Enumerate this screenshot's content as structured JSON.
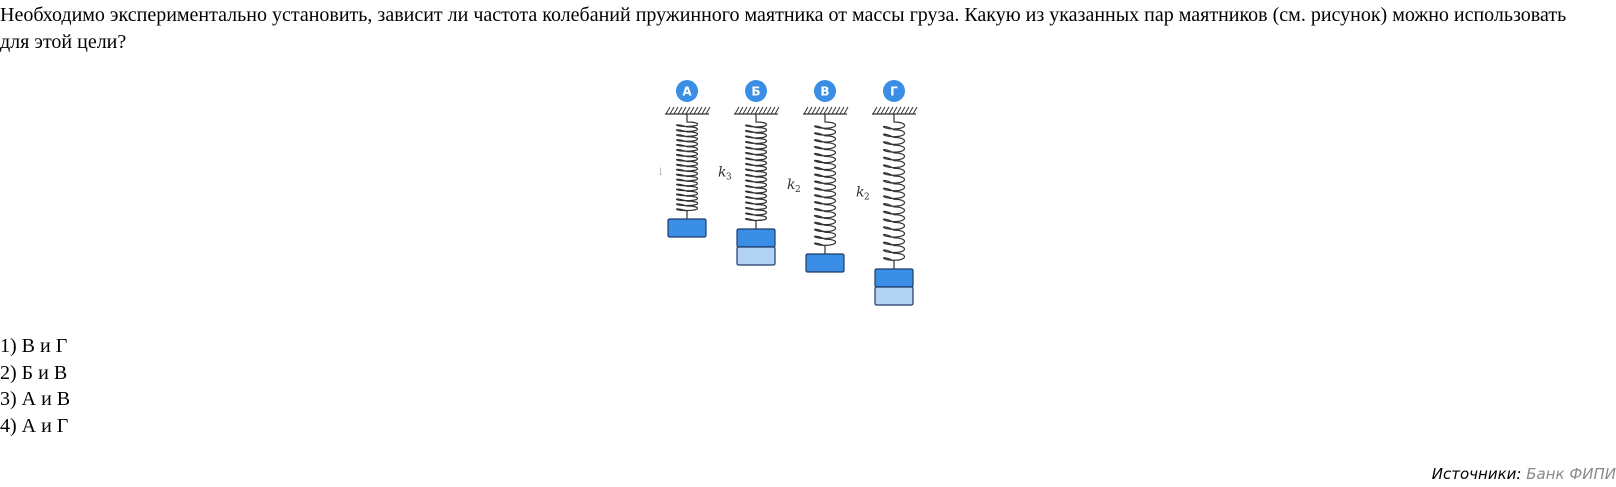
{
  "question": {
    "text": "Необходимо экспериментально установить, зависит ли частота колебаний пружинного маятника от массы груза. Какую из указанных пар маятников (см. рисунок) можно использовать для этой цели?"
  },
  "figure": {
    "accent_color": "#3a8ee6",
    "light_color": "#b3d3f5",
    "pendulums": [
      {
        "label": "А",
        "k": "k",
        "k_sub": "1",
        "spring_turns": 18,
        "spring_length": 105,
        "mass_blocks": 1
      },
      {
        "label": "Б",
        "k": "k",
        "k_sub": "3",
        "spring_turns": 18,
        "spring_length": 115,
        "mass_blocks": 2
      },
      {
        "label": "В",
        "k": "k",
        "k_sub": "2",
        "spring_turns": 18,
        "spring_length": 140,
        "mass_blocks": 1
      },
      {
        "label": "Г",
        "k": "k",
        "k_sub": "2",
        "spring_turns": 18,
        "spring_length": 155,
        "mass_blocks": 2
      }
    ]
  },
  "answers": [
    "1) В и Г",
    "2) Б и В",
    "3) А и В",
    "4) А и Г"
  ],
  "source": {
    "label": "Источники:",
    "value": "Банк ФИПИ"
  }
}
